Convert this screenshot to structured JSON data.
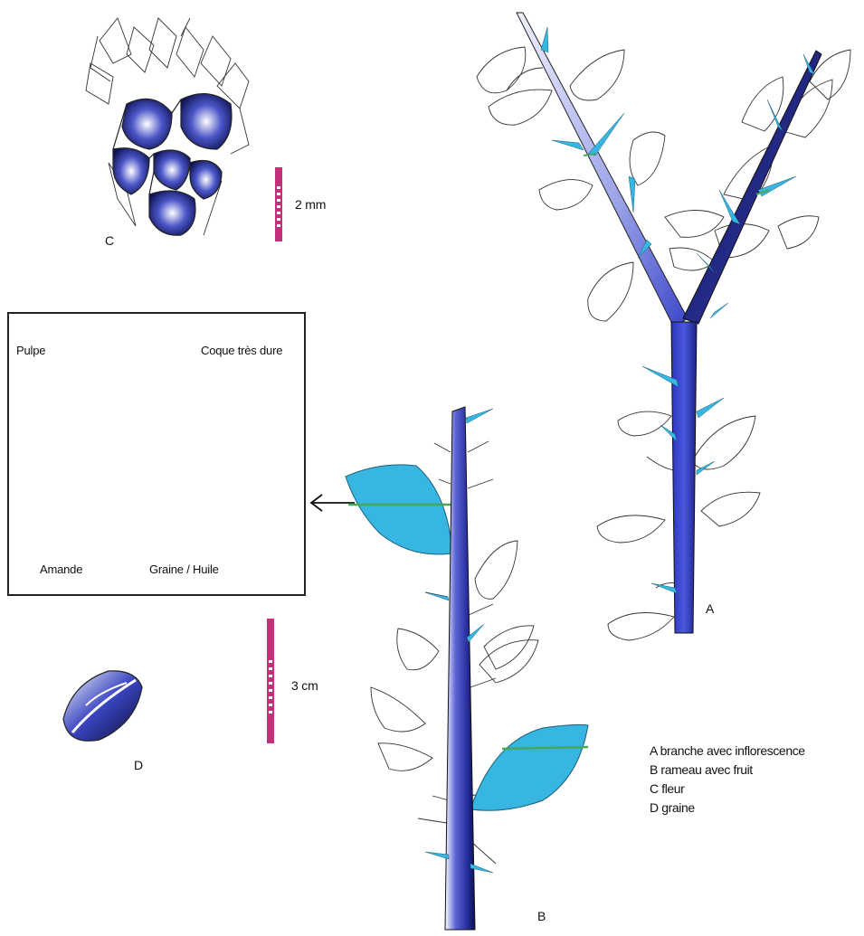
{
  "figure": {
    "labels": {
      "A": "A",
      "B": "B",
      "C": "C",
      "D": "D"
    },
    "scale_c": "2 mm",
    "scale_d": "3 cm",
    "fruit_section": {
      "pulpe": "Pulpe",
      "coque": "Coque très dure",
      "amande": "Amande",
      "graine": "Graine / Huile"
    },
    "legend": [
      "A branche avec inflorescence",
      "B rameau avec fruit",
      "C fleur",
      "D graine"
    ],
    "colors": {
      "stem_dark": "#1b1f7a",
      "stem_mid": "#3b46c8",
      "leaf_cyan": "#36b6e0",
      "scale_bar": "#c2307a",
      "fruit_outer": "#e8b6df",
      "fruit_ring": "#5b4cc0",
      "fruit_inner": "#d45fc7",
      "seed": "#6e1818"
    }
  }
}
